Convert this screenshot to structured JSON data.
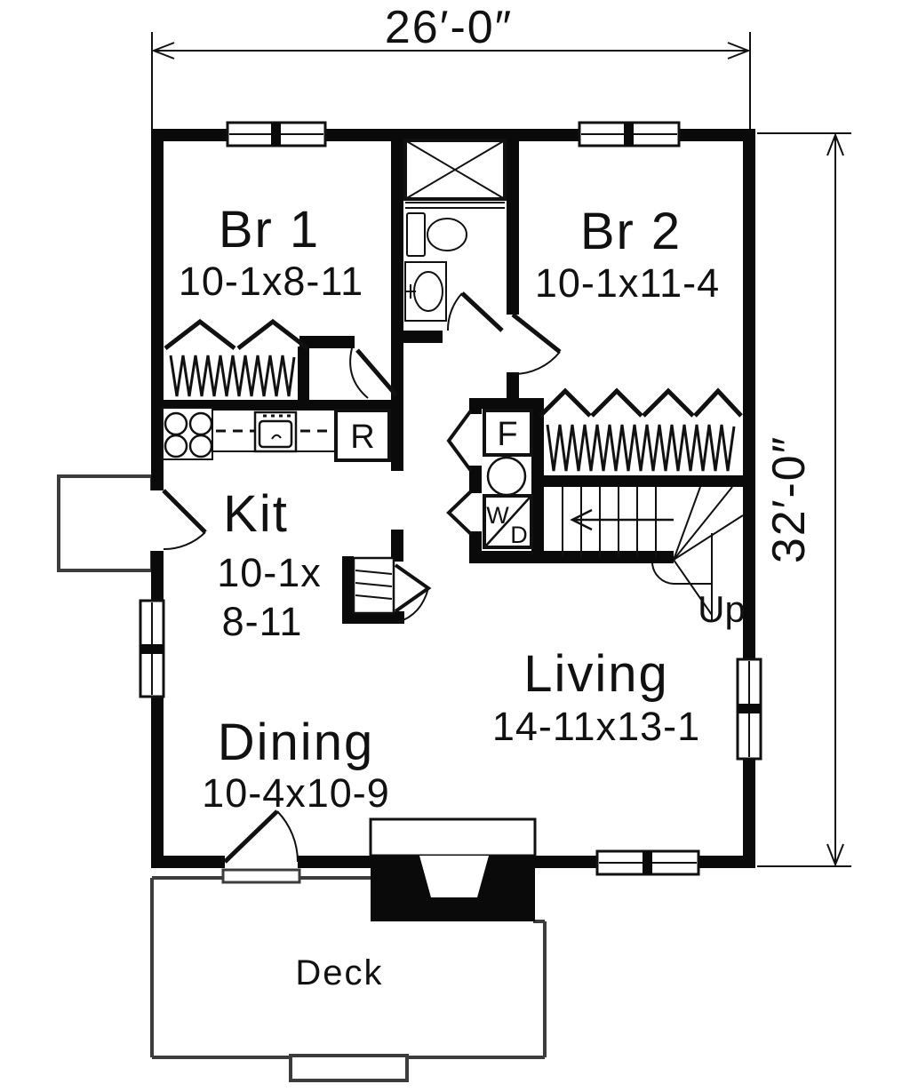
{
  "dimensions": {
    "width": "26′-0″",
    "height": "32′-0″"
  },
  "rooms": {
    "br1": {
      "name": "Br 1",
      "size": "10-1x8-11"
    },
    "br2": {
      "name": "Br 2",
      "size": "10-1x11-4"
    },
    "kit": {
      "name": "Kit",
      "size1": "10-1x",
      "size2": "8-11"
    },
    "dining": {
      "name": "Dining",
      "size": "10-4x10-9"
    },
    "living": {
      "name": "Living",
      "size": "14-11x13-1"
    },
    "deck": {
      "name": "Deck"
    }
  },
  "annotations": {
    "up": "Up",
    "refrigerator": "R",
    "furnace": "F",
    "washer": "W",
    "dryer": "D"
  },
  "colors": {
    "wall": "#0a0a0a",
    "line": "#111111",
    "deck_outline": "#3c3c3c",
    "background": "#ffffff"
  }
}
